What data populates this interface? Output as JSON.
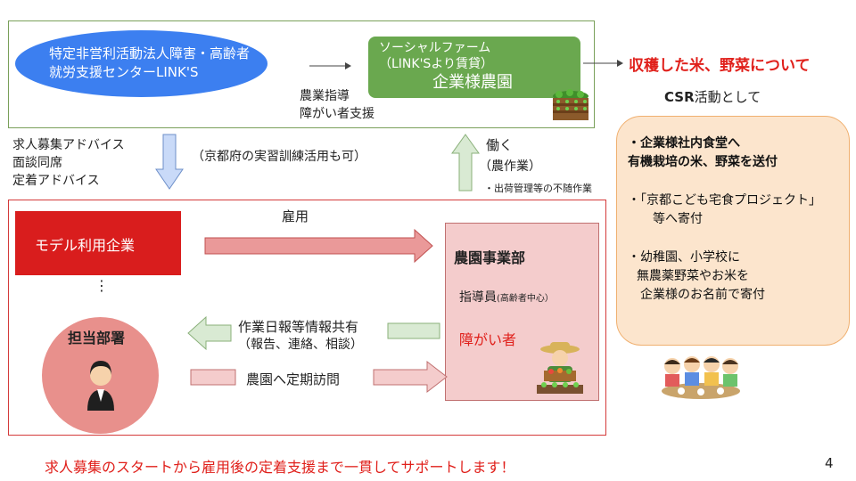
{
  "top": {
    "npo_name_line1": "特定非営利活動法人障害・高齢者",
    "npo_name_line2": "就労支援センターLINK'S",
    "farm_line1": "ソーシャルファーム",
    "farm_line2": "（LINK'Sより賃貸）",
    "farm_line3": "企業様農園",
    "support_line1": "農業指導",
    "support_line2": "障がい者支援"
  },
  "harvest_title": "収穫した米、野菜について",
  "csr": {
    "heading_bold": "CSR",
    "heading_rest": "活動として",
    "item1_line1": "・企業様社内食堂へ",
    "item1_line2": "有機栽培の米、野菜を送付",
    "item2_line1": "・「京都こども宅食プロジェクト」",
    "item2_line2": "等へ寄付",
    "item3_line1": "・幼稚園、小学校に",
    "item3_line2": "無農薬野菜やお米を",
    "item3_line3": "企業様のお名前で寄付"
  },
  "left_support": {
    "line1": "求人募集アドバイス",
    "line2": "面談同席",
    "line3": "定着アドバイス"
  },
  "training_note": "（京都府の実習訓練活用も可）",
  "work": {
    "label": "働く",
    "sub": "（農作業）",
    "note": "・出荷管理等の不随作業"
  },
  "employment_label": "雇用",
  "model_company": "モデル利用企業",
  "ellipsis": "⋮",
  "department": "担当部署",
  "farm_dept": {
    "title": "農園事業部",
    "instructor": "指導員",
    "instructor_note": "(高齢者中心）",
    "disabled": "障がい者"
  },
  "info_share": {
    "line1": "作業日報等情報共有",
    "line2": "（報告、連絡、相談）"
  },
  "visit_label": "農園へ定期訪問",
  "footer_slogan": "求人募集のスタートから雇用後の定着支援まで一貫してサポートします！",
  "page_number": "4",
  "colors": {
    "npo_blue": "#3c7ff0",
    "farm_green": "#6aa84f",
    "model_red": "#d91d1d",
    "accent_red": "#e0201b",
    "csr_bg": "#fce5cd"
  }
}
